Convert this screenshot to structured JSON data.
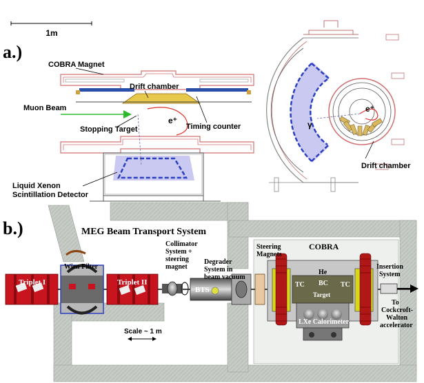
{
  "scale_label": "1m",
  "panel_a": {
    "label": "a.)",
    "labels": {
      "cobra_magnet": "COBRA Magnet",
      "drift_chamber": "Drift chamber",
      "muon_beam": "Muon Beam",
      "positron": "e⁺",
      "stopping_target": "Stopping Target",
      "timing_counter": "Timing counter",
      "lxe_line1": "Liquid Xenon",
      "lxe_line2": "Scintillation Detector",
      "right_positron": "e⁺",
      "gamma": "γ",
      "right_drift_chamber": "Drift chamber"
    }
  },
  "panel_b": {
    "label": "b.)",
    "title": "MEG Beam Transport System",
    "labels": {
      "triplet1": "Triplet I",
      "wien_filter": "Wien Filter",
      "triplet2": "Triplet II",
      "collimator_1": "Collimator",
      "collimator_2": "System +",
      "collimator_3": "steering",
      "collimator_4": "magnet",
      "bts": "BTS",
      "degrader_1": "Degrader",
      "degrader_2": "System in",
      "degrader_3": "beam vacuum",
      "steering_1": "Steering",
      "steering_2": "Magnets",
      "cobra": "COBRA",
      "he": "He",
      "bc": "BC",
      "tc_left": "TC",
      "tc_right": "TC",
      "target": "Target",
      "lxe_calorimeter": "LXe Calorimeter",
      "insertion_1": "Insertion",
      "insertion_2": "System",
      "cw_1": "To",
      "cw_2": "Cockcroft-",
      "cw_3": "Walton",
      "cw_4": "accelerator",
      "scale": "Scale ~ 1 m"
    }
  },
  "colors": {
    "magnet_red": "#c8141e",
    "lxe_fill": "#c9c9f2",
    "dashed_blue": "#2a3fbf",
    "drift_gold": "#e8c84a",
    "concrete": "#c8ccc8",
    "coil_yellow": "#d8d818",
    "vacuum_grey": "#8a8a8a",
    "arrow_green": "#2db82d",
    "track_red": "#e0302a"
  }
}
